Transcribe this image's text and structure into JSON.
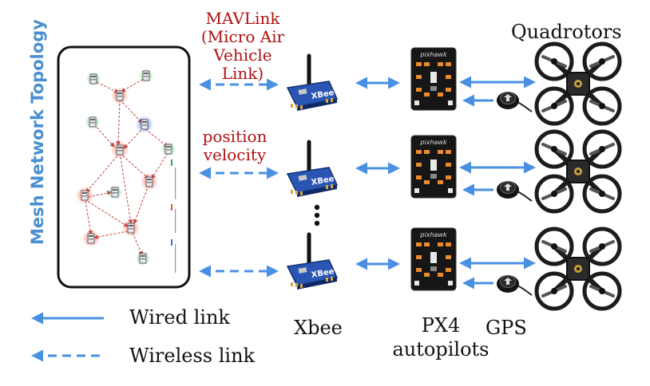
{
  "labels": {
    "mavlink": "MAVLink\n(Micro Air\nVehicle Link)",
    "position_velocity": "position\nvelocity",
    "quadrotors": "Quadrotors",
    "mesh_topology": "Mesh Network Topology",
    "xbee": "Xbee",
    "px4": "PX4\nautopilots",
    "gps": "GPS",
    "legend_wired": "Wired link",
    "legend_wireless": "Wireless link"
  },
  "colors": {
    "arrow": "#4a90e2",
    "red_text": "#b01010",
    "mesh_title": "#4a90d0",
    "xbee_board": "#1f4aa8",
    "px4_body": "#151515",
    "quad_frame": "#1a1a1a",
    "node_green": "#2fa84a",
    "node_red": "#e8583c",
    "node_blue": "#3a6fd8"
  },
  "icons": [
    "xbee-module-icon",
    "px4-autopilot-icon",
    "gps-puck-icon",
    "quadrotor-icon",
    "mesh-node-icon"
  ],
  "rows": 3,
  "ellipsis": "vertical-dots"
}
